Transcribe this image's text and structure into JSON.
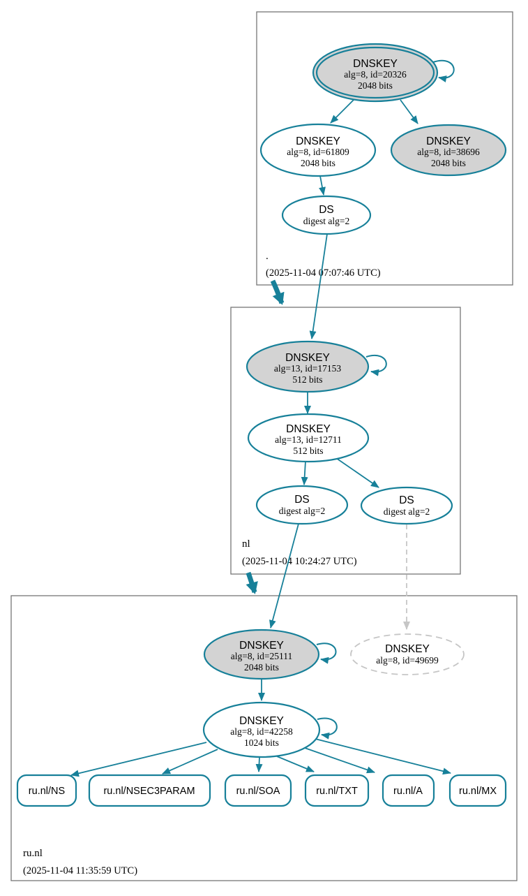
{
  "zones": [
    {
      "label": ".",
      "timestamp": "(2025-11-04 07:07:46 UTC)",
      "nodes": {
        "ksk": {
          "title": "DNSKEY",
          "detail1": "alg=8, id=20326",
          "detail2": "2048 bits"
        },
        "zsk": {
          "title": "DNSKEY",
          "detail1": "alg=8, id=61809",
          "detail2": "2048 bits"
        },
        "key2": {
          "title": "DNSKEY",
          "detail1": "alg=8, id=38696",
          "detail2": "2048 bits"
        },
        "ds": {
          "title": "DS",
          "detail1": "digest alg=2"
        }
      }
    },
    {
      "label": "nl",
      "timestamp": "(2025-11-04 10:24:27 UTC)",
      "nodes": {
        "ksk": {
          "title": "DNSKEY",
          "detail1": "alg=13, id=17153",
          "detail2": "512 bits"
        },
        "zsk": {
          "title": "DNSKEY",
          "detail1": "alg=13, id=12711",
          "detail2": "512 bits"
        },
        "ds_left": {
          "title": "DS",
          "detail1": "digest alg=2"
        },
        "ds_right": {
          "title": "DS",
          "detail1": "digest alg=2"
        }
      }
    },
    {
      "label": "ru.nl",
      "timestamp": "(2025-11-04 11:35:59 UTC)",
      "nodes": {
        "ksk": {
          "title": "DNSKEY",
          "detail1": "alg=8, id=25111",
          "detail2": "2048 bits"
        },
        "missing": {
          "title": "DNSKEY",
          "detail1": "alg=8, id=49699"
        },
        "zsk": {
          "title": "DNSKEY",
          "detail1": "alg=8, id=42258",
          "detail2": "1024 bits"
        }
      },
      "rrsets": [
        "ru.nl/NS",
        "ru.nl/NSEC3PARAM",
        "ru.nl/SOA",
        "ru.nl/TXT",
        "ru.nl/A",
        "ru.nl/MX"
      ]
    }
  ],
  "colors": {
    "secure_teal": "#178099",
    "warning_gray": "#c6c6c6",
    "key_fill_gray": "#d3d3d3",
    "zone_border_gray": "#757575"
  }
}
